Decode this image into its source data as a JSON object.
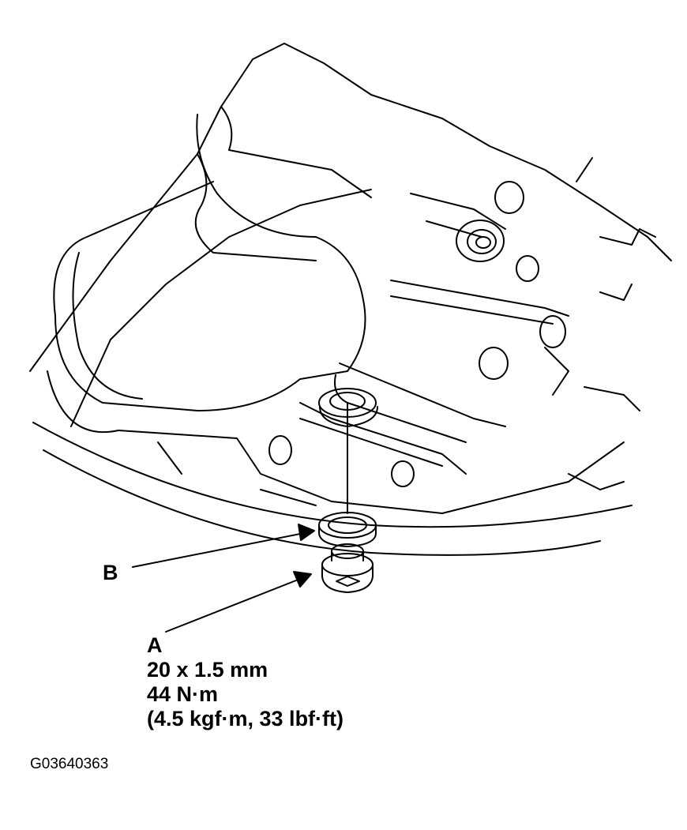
{
  "labels": {
    "b": "B",
    "a": "A"
  },
  "spec": {
    "size": "20 x 1.5 mm",
    "torque_nm": "44 N·m",
    "torque_alt": "(4.5 kgf·m, 33 lbf·ft)"
  },
  "figure_id": "G03640363",
  "colors": {
    "line": "#000000",
    "background": "#ffffff"
  }
}
